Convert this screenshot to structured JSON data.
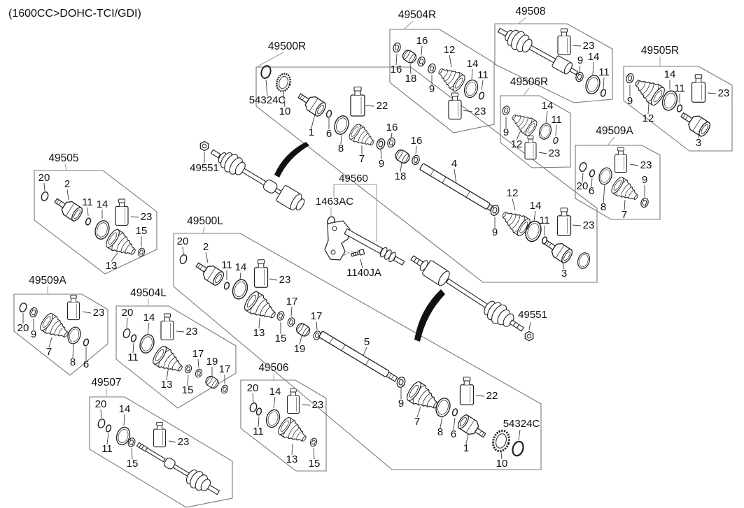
{
  "title": "(1600CC>DOHC-TCI/GDI)",
  "groups": {
    "b49500R": {
      "label": "49500R",
      "callouts": [
        "54324C",
        "10",
        "1",
        "6",
        "8",
        "22",
        "7",
        "9",
        "16",
        "18",
        "16",
        "4",
        "9",
        "12",
        "14",
        "11",
        "23",
        "3"
      ]
    },
    "b49504R": {
      "label": "49504R",
      "callouts": [
        "16",
        "18",
        "16",
        "12",
        "9",
        "14",
        "11",
        "23"
      ]
    },
    "b49508": {
      "label": "49508",
      "callouts": [
        "23",
        "9",
        "14",
        "11"
      ]
    },
    "b49505R": {
      "label": "49505R",
      "callouts": [
        "9",
        "12",
        "14",
        "11",
        "23",
        "3"
      ]
    },
    "b49506R": {
      "label": "49506R",
      "callouts": [
        "9",
        "12",
        "14",
        "11",
        "23"
      ]
    },
    "b49509AR": {
      "label": "49509A",
      "callouts": [
        "23",
        "20",
        "6",
        "8",
        "7",
        "9"
      ]
    },
    "b49505": {
      "label": "49505",
      "callouts": [
        "20",
        "2",
        "11",
        "14",
        "23",
        "13",
        "15"
      ]
    },
    "b49509AL": {
      "label": "49509A",
      "callouts": [
        "20",
        "9",
        "7",
        "23",
        "8",
        "6"
      ]
    },
    "b49504L": {
      "label": "49504L",
      "callouts": [
        "20",
        "14",
        "11",
        "23",
        "13",
        "15",
        "17",
        "19",
        "17"
      ]
    },
    "b49507": {
      "label": "49507",
      "callouts": [
        "20",
        "14",
        "11",
        "15",
        "23"
      ]
    },
    "b49506": {
      "label": "49506",
      "callouts": [
        "20",
        "14",
        "11",
        "23",
        "13",
        "15"
      ]
    },
    "b49500L": {
      "label": "49500L",
      "callouts": [
        "20",
        "2",
        "11",
        "14",
        "23",
        "13",
        "15",
        "17",
        "19",
        "17",
        "5",
        "9",
        "7",
        "8",
        "6",
        "22",
        "1",
        "10",
        "54324C"
      ]
    }
  },
  "standalone": {
    "nut_front": "49551",
    "nut_rear": "49551",
    "bracket": "49560",
    "snap_ring": "1463AC",
    "bolt": "1140JA"
  }
}
